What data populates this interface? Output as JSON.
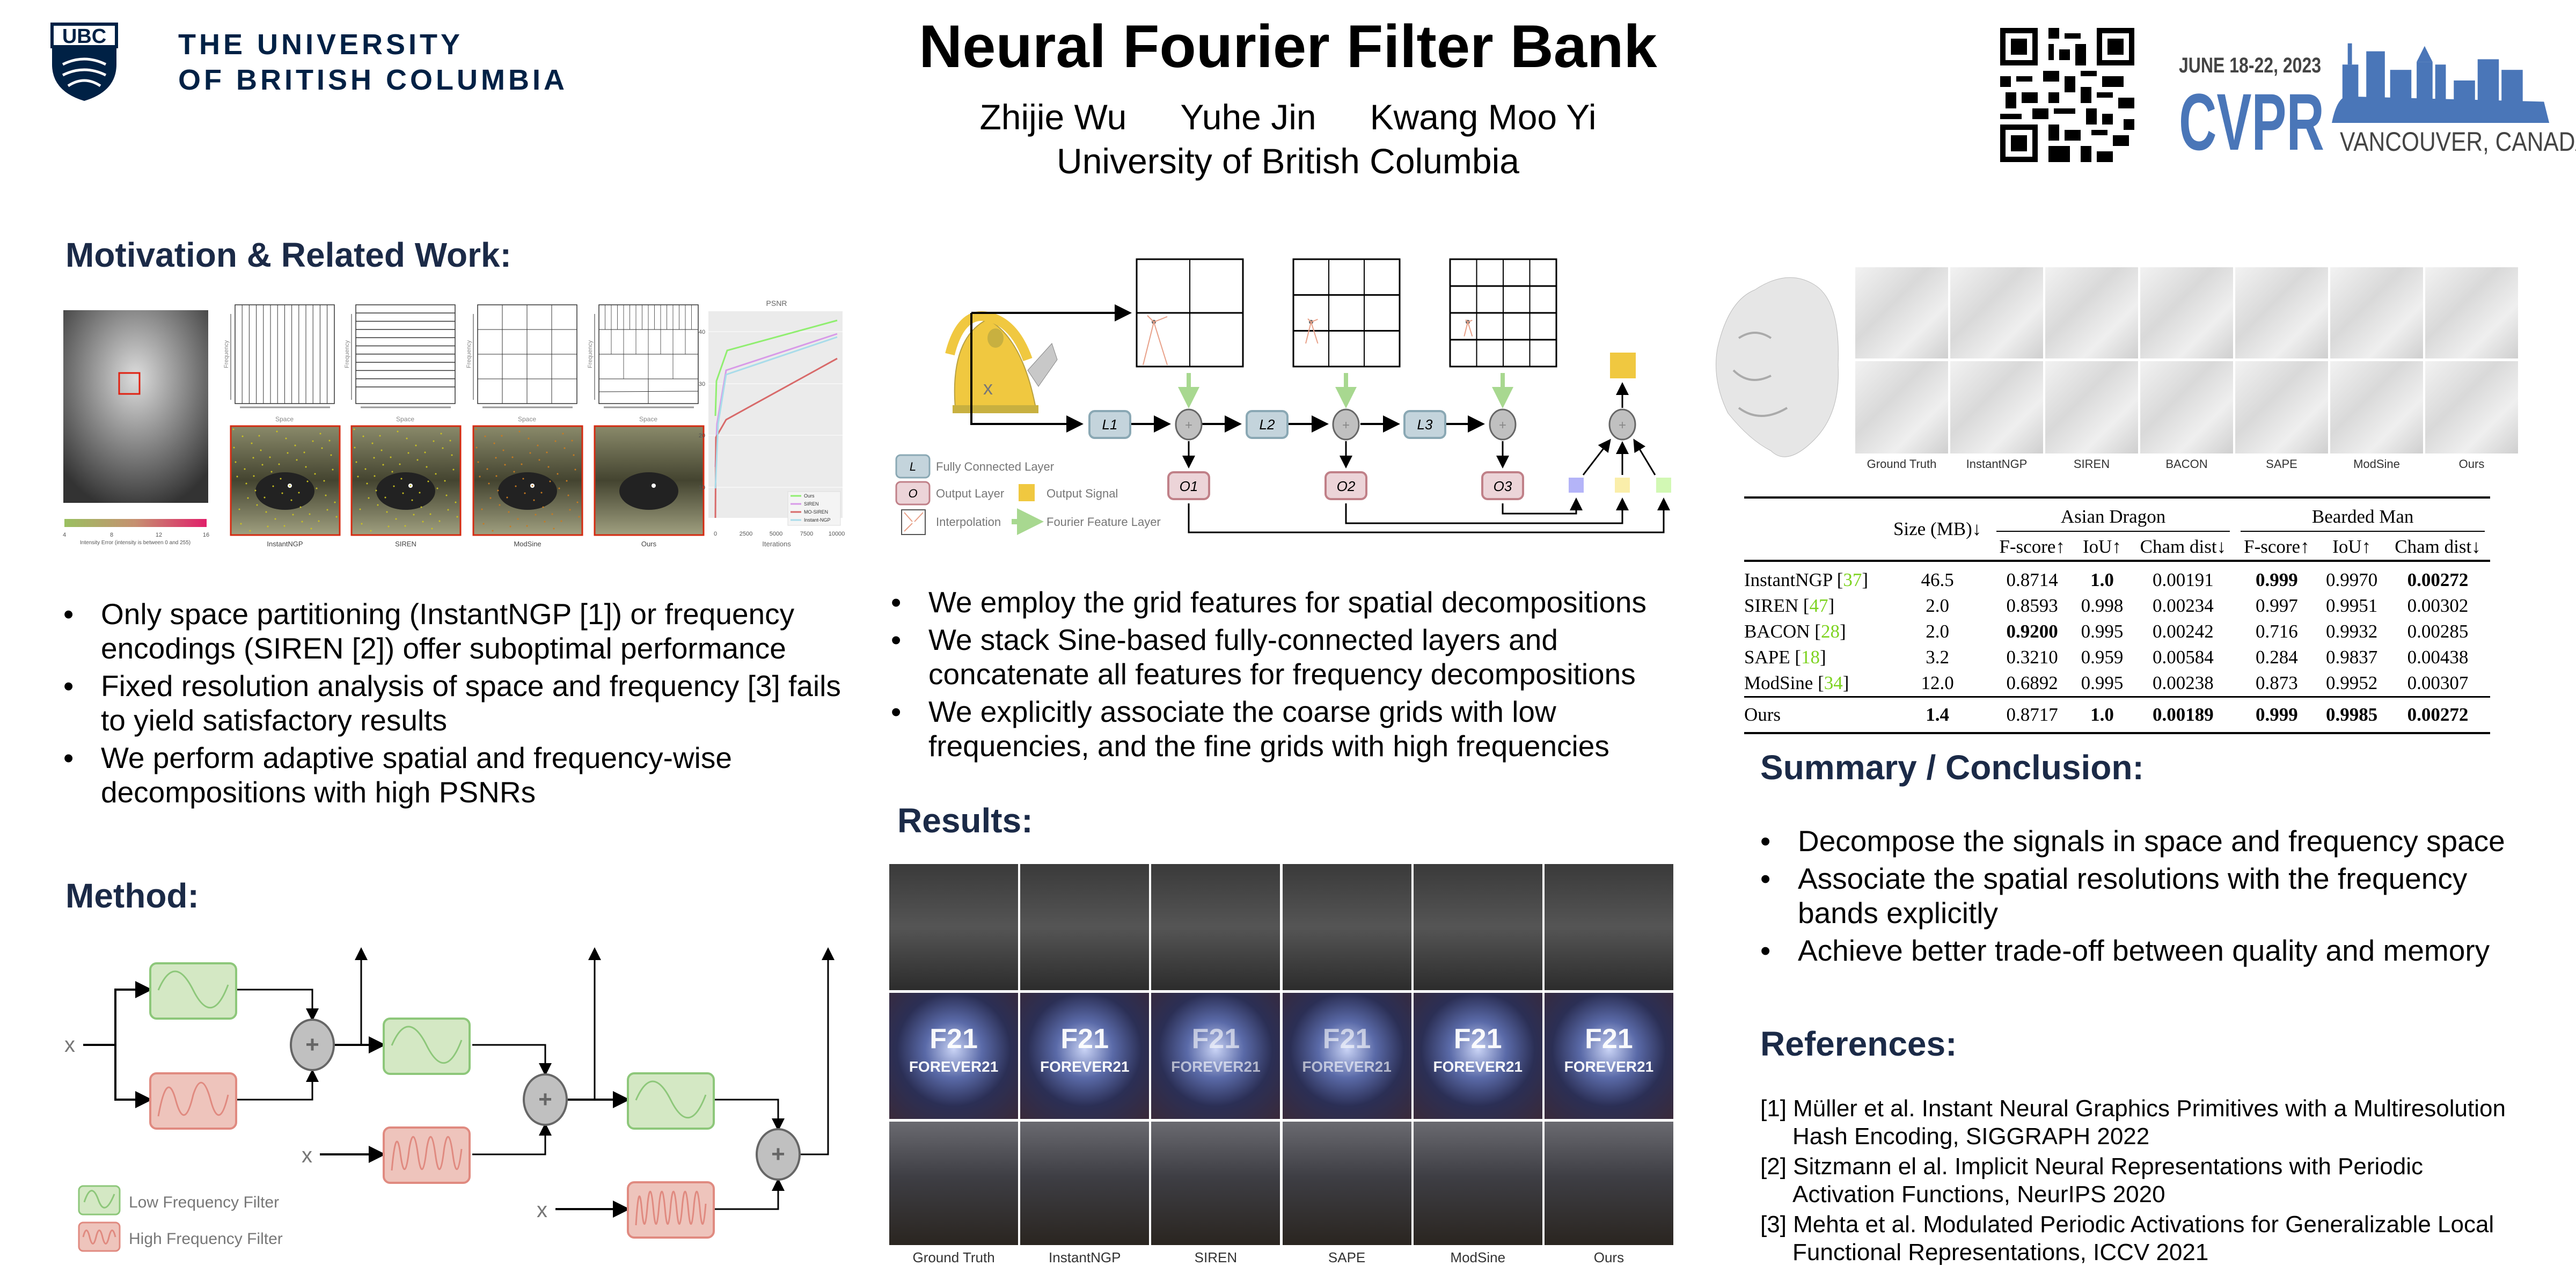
{
  "header": {
    "logo_left": {
      "crest": "UBC",
      "line1": "THE UNIVERSITY",
      "line2": "OF BRITISH COLUMBIA"
    },
    "title": "Neural Fourier Filter Bank",
    "authors": [
      "Zhijie Wu",
      "Yuhe Jin",
      "Kwang Moo Yi"
    ],
    "affiliation": "University of British Columbia",
    "conference_logo": {
      "dates": "JUNE 18-22, 2023",
      "name": "CVPR",
      "location": "VANCOUVER, CANADA",
      "color": "#4a76b8"
    },
    "qr_icon": "qr-code"
  },
  "motivation": {
    "heading": "Motivation & Related Work:",
    "figure": {
      "axis_freq": "Frequency",
      "axis_space": "Space",
      "colorbar_ticks": [
        "4",
        "8",
        "12",
        "16"
      ],
      "colorbar_label": "Intensity Error (intensity is between 0 and 255)",
      "methods": [
        "InstantNGP",
        "SIREN",
        "ModSine",
        "Ours"
      ],
      "psnr": {
        "title": "PSNR",
        "xlabel": "Iterations",
        "xticks": [
          "0",
          "2500",
          "5000",
          "7500",
          "10000"
        ],
        "yticks": [
          "10",
          "20",
          "30",
          "40"
        ],
        "legend": [
          "Ours",
          "SIREN",
          "MO-SIREN",
          "Instant-NGP"
        ],
        "colors": [
          "#90ee70",
          "#d89ae8",
          "#d86a6a",
          "#a8dcea"
        ]
      }
    },
    "bullets": [
      "Only space partitioning (InstantNGP [1]) or frequency encodings (SIREN [2]) offer suboptimal performance",
      "Fixed resolution analysis of space and frequency [3] fails to yield satisfactory results",
      "We perform adaptive spatial and frequency-wise decompositions with high PSNRs"
    ]
  },
  "method": {
    "heading": "Method:",
    "input": "x",
    "legend": [
      "Low Frequency Filter",
      "High Frequency Filter"
    ],
    "colors": {
      "low": "#d4e8c4",
      "low_stroke": "#8dc77a",
      "high": "#eec4bc",
      "high_stroke": "#e08a80"
    }
  },
  "architecture": {
    "input": "x",
    "layers": [
      "L1",
      "L2",
      "L3"
    ],
    "outputs": [
      "O1",
      "O2",
      "O3"
    ],
    "legend": {
      "fc": "Fully Connected Layer",
      "fc_sym": "L",
      "out": "Output Layer",
      "out_sym": "O",
      "signal": "Output Signal",
      "interp": "Interpolation",
      "fourier": "Fourier Feature Layer"
    },
    "bullets": [
      "We employ the grid features for spatial decompositions",
      "We stack Sine-based fully-connected layers and concatenate all features for frequency decompositions",
      "We explicitly associate the coarse grids with low frequencies, and the fine grids with high frequencies"
    ]
  },
  "results": {
    "heading": "Results:",
    "columns": [
      "Ground Truth",
      "InstantNGP",
      "SIREN",
      "SAPE",
      "ModSine",
      "Ours"
    ],
    "sign_text": [
      "F21",
      "FOREVER21"
    ]
  },
  "shape_figure": {
    "columns": [
      "Ground Truth",
      "InstantNGP",
      "SIREN",
      "BACON",
      "SAPE",
      "ModSine",
      "Ours"
    ]
  },
  "table": {
    "size_header": "Size (MB)↓",
    "groups": [
      "Asian Dragon",
      "Bearded Man"
    ],
    "metrics": [
      "F-score↑",
      "IoU↑",
      "Cham dist↓",
      "F-score↑",
      "IoU↑",
      "Cham dist↓"
    ],
    "rows": [
      {
        "method": "InstantNGP",
        "cite": "37",
        "values": [
          "46.5",
          "0.8714",
          "1.0",
          "0.00191",
          "0.999",
          "0.9970",
          "0.00272"
        ],
        "bold": [
          2,
          4,
          6
        ]
      },
      {
        "method": "SIREN",
        "cite": "47",
        "values": [
          "2.0",
          "0.8593",
          "0.998",
          "0.00234",
          "0.997",
          "0.9951",
          "0.00302"
        ],
        "bold": []
      },
      {
        "method": "BACON",
        "cite": "28",
        "values": [
          "2.0",
          "0.9200",
          "0.995",
          "0.00242",
          "0.716",
          "0.9932",
          "0.00285"
        ],
        "bold": [
          1
        ]
      },
      {
        "method": "SAPE",
        "cite": "18",
        "values": [
          "3.2",
          "0.3210",
          "0.959",
          "0.00584",
          "0.284",
          "0.9837",
          "0.00438"
        ],
        "bold": []
      },
      {
        "method": "ModSine",
        "cite": "34",
        "values": [
          "12.0",
          "0.6892",
          "0.995",
          "0.00238",
          "0.873",
          "0.9952",
          "0.00307"
        ],
        "bold": []
      },
      {
        "method": "Ours",
        "cite": "",
        "values": [
          "1.4",
          "0.8717",
          "1.0",
          "0.00189",
          "0.999",
          "0.9985",
          "0.00272"
        ],
        "bold": [
          0,
          2,
          3,
          4,
          5,
          6
        ]
      }
    ]
  },
  "summary": {
    "heading": "Summary / Conclusion:",
    "bullets": [
      "Decompose the signals in space and frequency space",
      "Associate the spatial resolutions with the frequency bands explicitly",
      "Achieve better trade-off between quality and memory"
    ]
  },
  "references": {
    "heading": "References:",
    "items": [
      "[1] Müller et al. Instant Neural Graphics Primitives with a Multiresolution Hash Encoding, SIGGRAPH 2022",
      "[2] Sitzmann el al. Implicit Neural Representations with Periodic Activation Functions, NeurIPS 2020",
      "[3] Mehta et al. Modulated Periodic Activations for Generalizable Local Functional Representations, ICCV 2021"
    ]
  }
}
